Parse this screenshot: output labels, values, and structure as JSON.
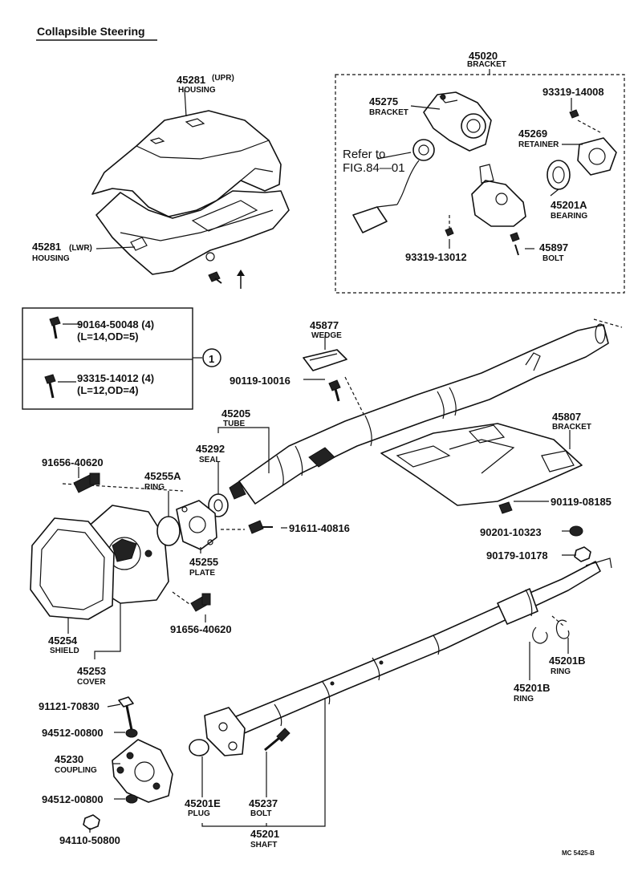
{
  "title": "Collapsible Steering",
  "footer_code": "MC 5425-B",
  "callout_marker": "1",
  "bracket_assembly": {
    "number": "45020",
    "name": "BRACKET"
  },
  "reference": {
    "line1": "Refer to",
    "line2": "FIG.84—01"
  },
  "callout_table": [
    {
      "number": "90164-50048 (4)",
      "spec": "(L=14,OD=5)"
    },
    {
      "number": "93315-14012 (4)",
      "spec": "(L=12,OD=4)"
    }
  ],
  "parts": {
    "housing_upr": {
      "number": "45281",
      "suffix": "(UPR)",
      "name": "HOUSING"
    },
    "housing_lwr": {
      "number": "45281",
      "suffix": "(LWR)",
      "name": "HOUSING"
    },
    "bracket_45275": {
      "number": "45275",
      "name": "BRACKET"
    },
    "bolt_93319_14008": {
      "number": "93319-14008"
    },
    "retainer_45269": {
      "number": "45269",
      "name": "RETAINER"
    },
    "bearing_45201a": {
      "number": "45201A",
      "name": "BEARING"
    },
    "bolt_93319_13012": {
      "number": "93319-13012"
    },
    "bolt_45897": {
      "number": "45897",
      "name": "BOLT"
    },
    "wedge_45877": {
      "number": "45877",
      "name": "WEDGE"
    },
    "bolt_90119_10016": {
      "number": "90119-10016"
    },
    "tube_45205": {
      "number": "45205",
      "name": "TUBE"
    },
    "seal_45292": {
      "number": "45292",
      "name": "SEAL"
    },
    "bracket_45807": {
      "number": "45807",
      "name": "BRACKET"
    },
    "bolt_91656_40620_a": {
      "number": "91656-40620"
    },
    "ring_45255a": {
      "number": "45255A",
      "name": "RING"
    },
    "bolt_90119_08185": {
      "number": "90119-08185"
    },
    "bolt_91611_40816": {
      "number": "91611-40816"
    },
    "nut_90201_10323": {
      "number": "90201-10323"
    },
    "plate_45255": {
      "number": "45255",
      "name": "PLATE"
    },
    "nut_90179_10178": {
      "number": "90179-10178"
    },
    "bolt_91656_40620_b": {
      "number": "91656-40620"
    },
    "shield_45254": {
      "number": "45254",
      "name": "SHIELD"
    },
    "cover_45253": {
      "number": "45253",
      "name": "COVER"
    },
    "ring_45201b_r": {
      "number": "45201B",
      "name": "RING"
    },
    "ring_45201b_l": {
      "number": "45201B",
      "name": "RING"
    },
    "bolt_91121_70830": {
      "number": "91121-70830"
    },
    "washer_94512_00800_a": {
      "number": "94512-00800"
    },
    "coupling_45230": {
      "number": "45230",
      "name": "COUPLING"
    },
    "washer_94512_00800_b": {
      "number": "94512-00800"
    },
    "nut_94110_50800": {
      "number": "94110-50800"
    },
    "plug_45201e": {
      "number": "45201E",
      "name": "PLUG"
    },
    "bolt_45237": {
      "number": "45237",
      "name": "BOLT"
    },
    "shaft_45201": {
      "number": "45201",
      "name": "SHAFT"
    }
  }
}
